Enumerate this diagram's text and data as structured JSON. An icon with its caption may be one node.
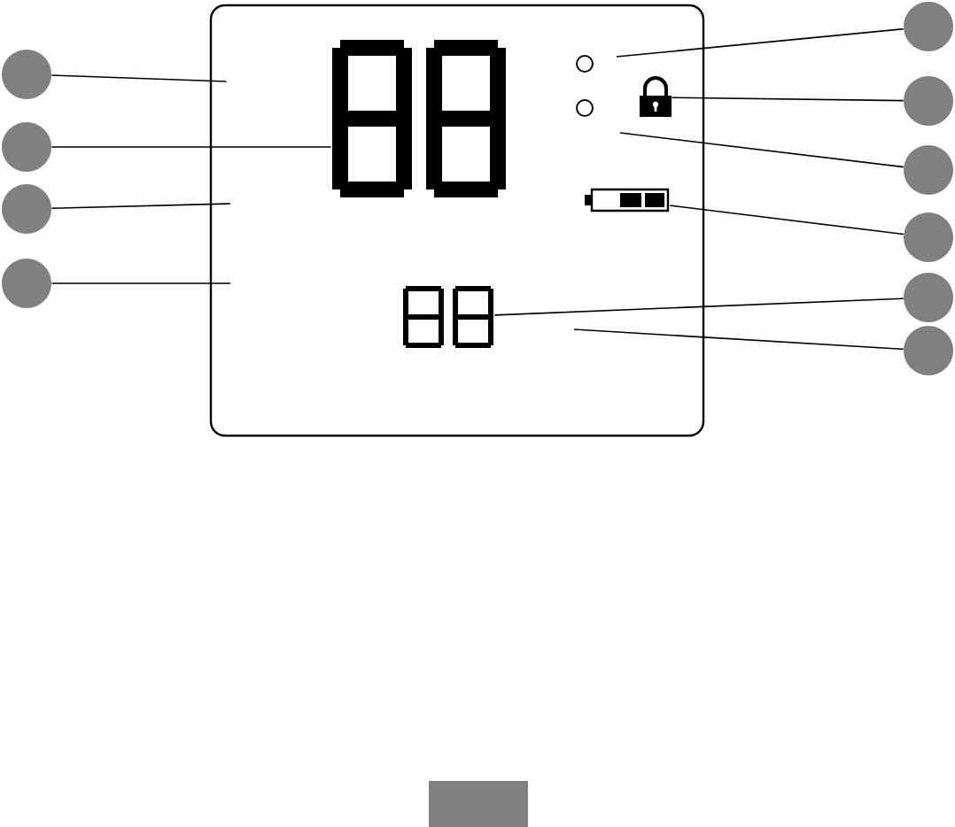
{
  "diagram": {
    "nodes": [
      {
        "text": [],
        "shape": "circle"
      },
      {
        "text": [],
        "shape": "circle"
      },
      {
        "text": [],
        "shape": "circle"
      },
      {
        "text": [],
        "shape": "circle"
      },
      {
        "text": [],
        "shape": "circle"
      },
      {
        "text": [],
        "shape": "circle"
      },
      {
        "text": [],
        "shape": "circle"
      },
      {
        "text": [],
        "shape": "circle"
      },
      {
        "text": [],
        "shape": "circle"
      },
      {
        "text": [],
        "shape": "circle"
      },
      {
        "text": [],
        "shape": "picture"
      },
      {
        "text": [],
        "shape": "picture"
      },
      {
        "text": [],
        "shape": "picture"
      },
      {
        "text": [],
        "shape": "picture"
      }
    ],
    "edges": [
      {
        "from": 0,
        "to": null,
        "arrow": "none"
      },
      {
        "from": 1,
        "to": 10,
        "arrow": "none"
      },
      {
        "from": 2,
        "to": null,
        "arrow": "none"
      },
      {
        "from": 3,
        "to": null,
        "arrow": "none"
      },
      {
        "from": 4,
        "to": null,
        "arrow": "none"
      },
      {
        "from": 5,
        "to": 11,
        "arrow": "none"
      },
      {
        "from": 6,
        "to": null,
        "arrow": "none"
      },
      {
        "from": 7,
        "to": 12,
        "arrow": "none"
      },
      {
        "from": 8,
        "to": 13,
        "arrow": "none"
      },
      {
        "from": 9,
        "to": null,
        "arrow": "none"
      }
    ]
  }
}
